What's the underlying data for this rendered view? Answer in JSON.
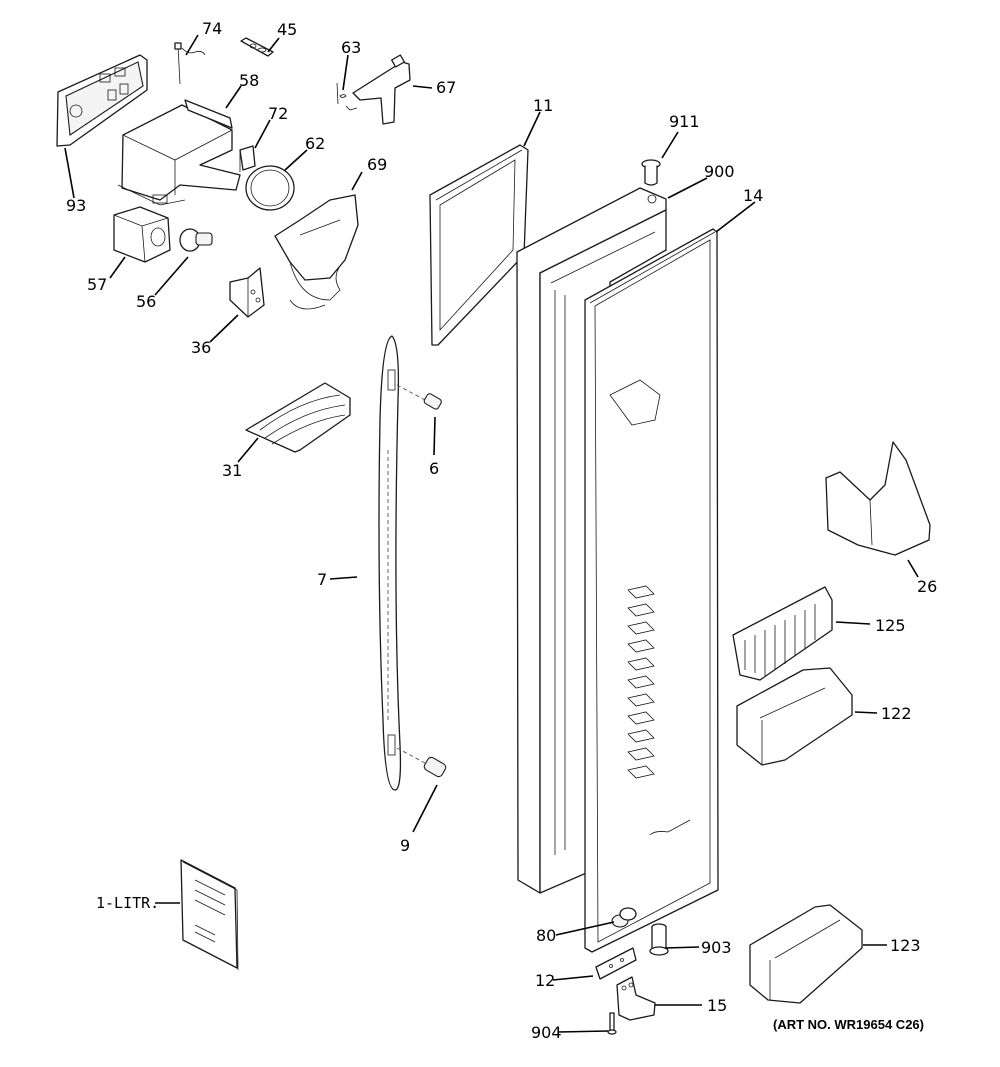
{
  "diagram": {
    "type": "exploded-parts-diagram",
    "subject": "Refrigerator fresh food / dispenser door assembly",
    "art_number": "(ART NO. WR19654 C26)",
    "callouts": [
      {
        "id": "74",
        "label": "74"
      },
      {
        "id": "45",
        "label": "45"
      },
      {
        "id": "63",
        "label": "63"
      },
      {
        "id": "67",
        "label": "67"
      },
      {
        "id": "58",
        "label": "58"
      },
      {
        "id": "72",
        "label": "72"
      },
      {
        "id": "62",
        "label": "62"
      },
      {
        "id": "69",
        "label": "69"
      },
      {
        "id": "93",
        "label": "93"
      },
      {
        "id": "11",
        "label": "11"
      },
      {
        "id": "911",
        "label": "911"
      },
      {
        "id": "900",
        "label": "900"
      },
      {
        "id": "14",
        "label": "14"
      },
      {
        "id": "57",
        "label": "57"
      },
      {
        "id": "56",
        "label": "56"
      },
      {
        "id": "36",
        "label": "36"
      },
      {
        "id": "31",
        "label": "31"
      },
      {
        "id": "6",
        "label": "6"
      },
      {
        "id": "7",
        "label": "7"
      },
      {
        "id": "26",
        "label": "26"
      },
      {
        "id": "125",
        "label": "125"
      },
      {
        "id": "122",
        "label": "122"
      },
      {
        "id": "9",
        "label": "9"
      },
      {
        "id": "1-LITR",
        "label": "1-LITR."
      },
      {
        "id": "80",
        "label": "80"
      },
      {
        "id": "903",
        "label": "903"
      },
      {
        "id": "123",
        "label": "123"
      },
      {
        "id": "12",
        "label": "12"
      },
      {
        "id": "15",
        "label": "15"
      },
      {
        "id": "904",
        "label": "904"
      }
    ]
  }
}
